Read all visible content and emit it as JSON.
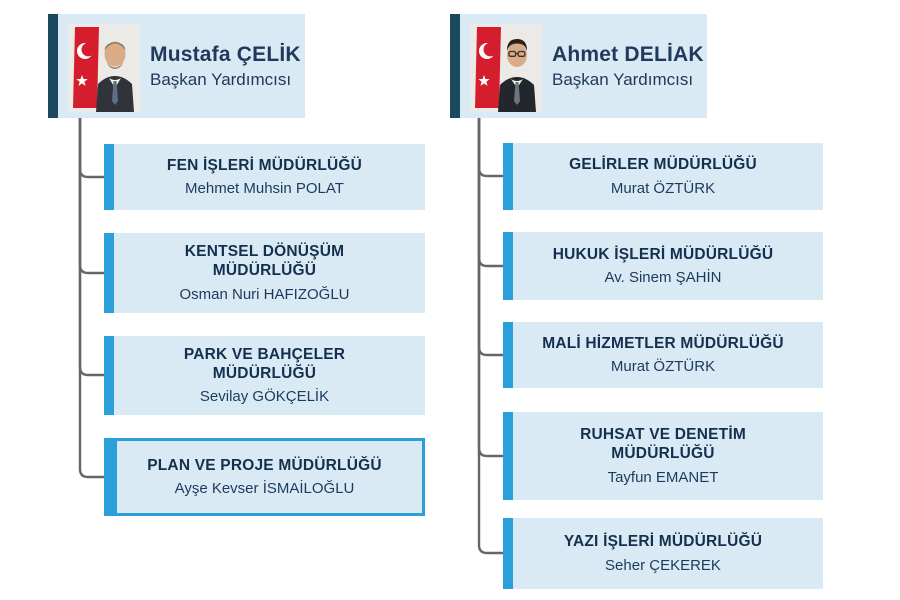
{
  "colors": {
    "card_background": "#d9eaf5",
    "accent_blue": "#2b9fd9",
    "header_dark_bar": "#1b4a60",
    "title_text": "#15304f",
    "body_text": "#1d3a5c",
    "connector_gray": "#63666b",
    "flag_red": "#d41e2e",
    "selected_border": "#2b9fd9"
  },
  "columns": [
    {
      "head": {
        "name": "Mustafa ÇELİK",
        "title": "Başkan Yardımcısı",
        "photo": "portrait-mustafa-celik-with-turkish-flag"
      },
      "departments": [
        {
          "title": "FEN İŞLERİ MÜDÜRLÜĞÜ",
          "manager": "Mehmet Muhsin POLAT",
          "highlighted": false
        },
        {
          "title": "KENTSEL DÖNÜŞÜM MÜDÜRLÜĞÜ",
          "manager": "Osman Nuri HAFIZOĞLU",
          "highlighted": false
        },
        {
          "title": "PARK VE BAHÇELER MÜDÜRLÜĞÜ",
          "manager": "Sevilay GÖKÇELİK",
          "highlighted": false
        },
        {
          "title": "PLAN VE PROJE MÜDÜRLÜĞÜ",
          "manager": "Ayşe Kevser İSMAİLOĞLU",
          "highlighted": true
        }
      ]
    },
    {
      "head": {
        "name": "Ahmet DELİAK",
        "title": "Başkan Yardımcısı",
        "photo": "portrait-ahmet-deliak-with-turkish-flag"
      },
      "departments": [
        {
          "title": "GELİRLER MÜDÜRLÜĞÜ",
          "manager": "Murat ÖZTÜRK",
          "highlighted": false
        },
        {
          "title": "HUKUK İŞLERİ MÜDÜRLÜĞÜ",
          "manager": "Av. Sinem ŞAHİN",
          "highlighted": false
        },
        {
          "title": "MALİ HİZMETLER MÜDÜRLÜĞÜ",
          "manager": "Murat ÖZTÜRK",
          "highlighted": false
        },
        {
          "title": "RUHSAT VE DENETİM MÜDÜRLÜĞÜ",
          "manager": "Tayfun EMANET",
          "highlighted": false
        },
        {
          "title": "YAZI İŞLERİ MÜDÜRLÜĞÜ",
          "manager": "Seher ÇEKEREK",
          "highlighted": false
        }
      ]
    }
  ]
}
